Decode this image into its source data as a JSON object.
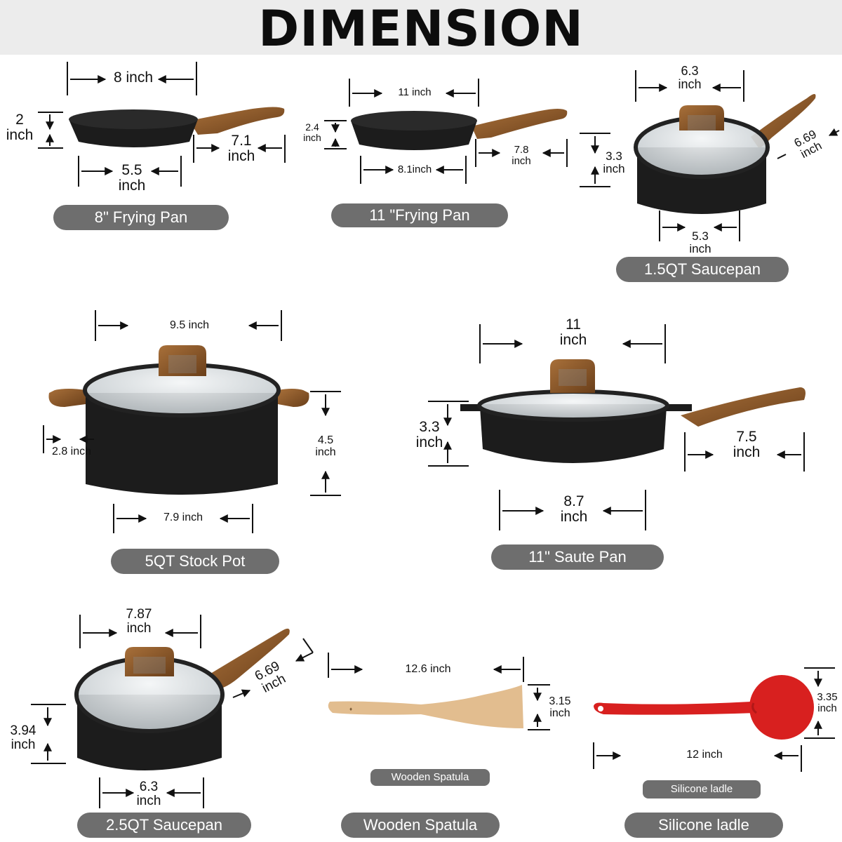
{
  "header": {
    "title": "DIMENSION"
  },
  "items": {
    "frying_pan_8": {
      "label": "8\"  Frying Pan",
      "dims": {
        "top_width": "8 inch",
        "height_value": "2",
        "height_unit": "inch",
        "handle_value": "7.1",
        "handle_unit": "inch",
        "base_value": "5.5",
        "base_unit": "inch"
      }
    },
    "frying_pan_11": {
      "label": "11 \"Frying Pan",
      "dims": {
        "top_width": "11 inch",
        "height_value": "2.4",
        "height_unit": "inch",
        "handle_value": "7.8",
        "handle_unit": "inch",
        "base_width": "8.1inch",
        "total_height_value": "3.3",
        "total_height_unit": "inch"
      }
    },
    "saucepan_1_5qt": {
      "label": "1.5QT Saucepan",
      "dims": {
        "top_value": "6.3",
        "top_unit": "inch",
        "handle_value": "6.69",
        "handle_unit": "inch",
        "base_value": "5.3",
        "base_unit": "inch"
      }
    },
    "stock_pot_5qt": {
      "label": "5QT Stock Pot",
      "dims": {
        "top_width": "9.5 inch",
        "handle_width": "2.8 inch",
        "height_value": "4.5",
        "height_unit": "inch",
        "base_width": "7.9 inch"
      }
    },
    "saute_pan_11": {
      "label": "11\"  Saute Pan",
      "dims": {
        "top_value": "11",
        "top_unit": "inch",
        "height_value": "3.3",
        "height_unit": "inch",
        "handle_value": "7.5",
        "handle_unit": "inch",
        "base_value": "8.7",
        "base_unit": "inch"
      }
    },
    "saucepan_2_5qt": {
      "label": "2.5QT Saucepan",
      "dims": {
        "top_value": "7.87",
        "top_unit": "inch",
        "handle_value": "6.69",
        "handle_unit": "inch",
        "height_value": "3.94",
        "height_unit": "inch",
        "base_value": "6.3",
        "base_unit": "inch"
      }
    },
    "wooden_spatula": {
      "label": "Wooden Spatula",
      "small_label": "Wooden Spatula",
      "dims": {
        "length": "12.6  inch",
        "width_value": "3.15",
        "width_unit": "inch"
      }
    },
    "silicone_ladle": {
      "label": "Silicone ladle",
      "small_label": "Silicone ladle",
      "dims": {
        "length": "12  inch",
        "width_value": "3.35",
        "width_unit": "inch"
      }
    }
  },
  "colors": {
    "pill": "#6e6e6e",
    "pan_body": "#1c1c1c",
    "wood": "#8b5a2b",
    "ladle": "#d8201f",
    "spatula": "#e2bd8f",
    "header_bg": "#ececec"
  }
}
